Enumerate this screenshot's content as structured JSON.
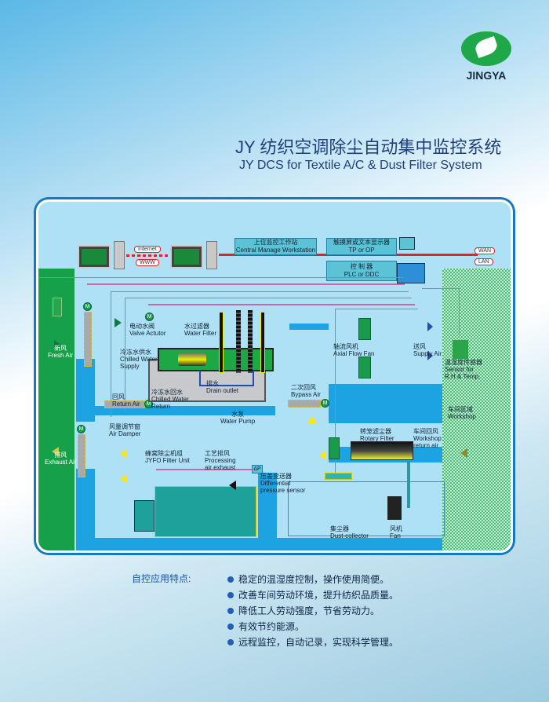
{
  "brand": {
    "name": "JINGYA",
    "color": "#1ea84a"
  },
  "title": {
    "cn": "JY  纺织空调除尘自动集中监控系统",
    "en": "JY  DCS for Textile A/C & Dust Filter System"
  },
  "diagram": {
    "network": {
      "internet": "Internet",
      "www": "WWW",
      "wan": "WAN",
      "lan": "LAN"
    },
    "central_workstation": {
      "cn": "上位监控工作站",
      "en": "Central Manage Workstation"
    },
    "tp_op": {
      "cn": "触摸屏或文本显示器",
      "en": "TP or OP"
    },
    "controller": {
      "cn": "控 制 器",
      "en": "PLC or DDC"
    },
    "fresh_air": {
      "cn": "新风",
      "en": "Fresh Air"
    },
    "exhaust_air": {
      "cn": "排风",
      "en": "Exhaust Air"
    },
    "valve_actutor": {
      "cn": "电动水阀",
      "en": "Valve Actutor"
    },
    "water_filter": {
      "cn": "水过滤器",
      "en": "Water Filter"
    },
    "chilled_water_supply": {
      "cn": "冷冻水供水",
      "en": "Chilled Water Supply"
    },
    "drain_outlet": {
      "cn": "排水",
      "en": "Drain outlet"
    },
    "chilled_water_return": {
      "cn": "冷冻水回水",
      "en": "Chilled Water Return"
    },
    "water_pump": {
      "cn": "水泵",
      "en": "Water Pump"
    },
    "return_air": {
      "cn": "回风",
      "en": "Return Air"
    },
    "air_damper": {
      "cn": "风量调节窗",
      "en": "Air Damper"
    },
    "bypass_air": {
      "cn": "二次回风",
      "en": "Bypass Air"
    },
    "axial_fan": {
      "cn": "轴流风机",
      "en": "Axial Flow Fan"
    },
    "supply_air": {
      "cn": "送风",
      "en": "Supply Air"
    },
    "sensor": {
      "cn": "温湿度传感器",
      "en": "Sensor for R.H & Temp."
    },
    "workshop": {
      "cn": "车间区域",
      "en": "Workshop"
    },
    "filter_unit": {
      "cn": "蜂窝除尘机组",
      "en": "JYFO Filter Unit"
    },
    "process_exhaust": {
      "cn": "工艺排风",
      "en": "Processing air exhaust"
    },
    "dp_sensor": {
      "cn": "压差变送器",
      "en": "Differential pressure sensor",
      "symbol": "ΔP"
    },
    "rotary_filter": {
      "cn": "转笼滤尘器",
      "en": "Rotary Filter"
    },
    "workshop_return": {
      "cn": "车间回风",
      "en": "Workshop return air"
    },
    "dust_collector": {
      "cn": "集尘器",
      "en": "Dust-collector"
    },
    "fan": {
      "cn": "风机",
      "en": "Fan"
    },
    "motor_symbol": "M"
  },
  "features": {
    "title": "自控应用特点:",
    "items": [
      "稳定的温湿度控制，操作使用简便。",
      "改善车间劳动环境，提升纺织品质量。",
      "降低工人劳动强度，节省劳动力。",
      "有效节约能源。",
      "远程监控，自动记录，实现科学管理。"
    ]
  }
}
